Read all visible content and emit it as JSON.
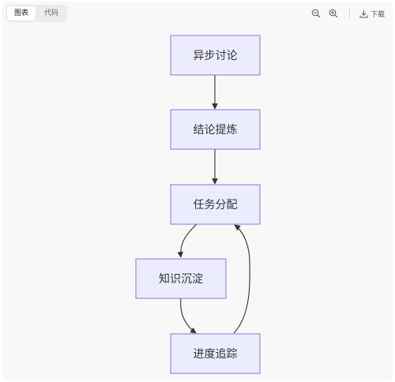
{
  "toolbar": {
    "tabs": [
      {
        "label": "图表",
        "active": true
      },
      {
        "label": "代码",
        "active": false
      }
    ],
    "zoom_out_icon": "zoom-out-icon",
    "zoom_in_icon": "zoom-in-icon",
    "download_icon": "download-icon",
    "download_label": "下载"
  },
  "diagram": {
    "type": "flowchart",
    "direction": "TD",
    "colors": {
      "node_fill": "#ececff",
      "node_stroke": "#9370db",
      "edge": "#333333",
      "background": "#f8f8f9"
    },
    "nodes": [
      {
        "id": "n1",
        "label": "异步讨论"
      },
      {
        "id": "n2",
        "label": "结论提炼"
      },
      {
        "id": "n3",
        "label": "任务分配"
      },
      {
        "id": "n4",
        "label": "知识沉淀"
      },
      {
        "id": "n5",
        "label": "进度追踪"
      }
    ],
    "edges": [
      {
        "from": "n1",
        "to": "n2"
      },
      {
        "from": "n2",
        "to": "n3"
      },
      {
        "from": "n3",
        "to": "n4"
      },
      {
        "from": "n4",
        "to": "n5"
      },
      {
        "from": "n5",
        "to": "n3"
      }
    ]
  }
}
